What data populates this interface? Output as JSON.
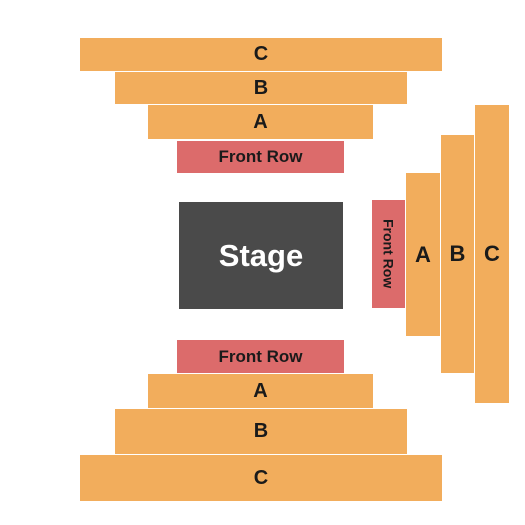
{
  "stage": {
    "label": "Stage"
  },
  "top_sections": {
    "c": "C",
    "b": "B",
    "a": "A",
    "front": "Front Row"
  },
  "bottom_sections": {
    "front": "Front Row",
    "a": "A",
    "b": "B",
    "c": "C"
  },
  "right_sections": {
    "front": "Front Row",
    "a": "A",
    "b": "B",
    "c": "C"
  },
  "colors": {
    "tier": "#f2ad5c",
    "front_row": "#dc6b6b",
    "stage": "#4a4a4a"
  }
}
